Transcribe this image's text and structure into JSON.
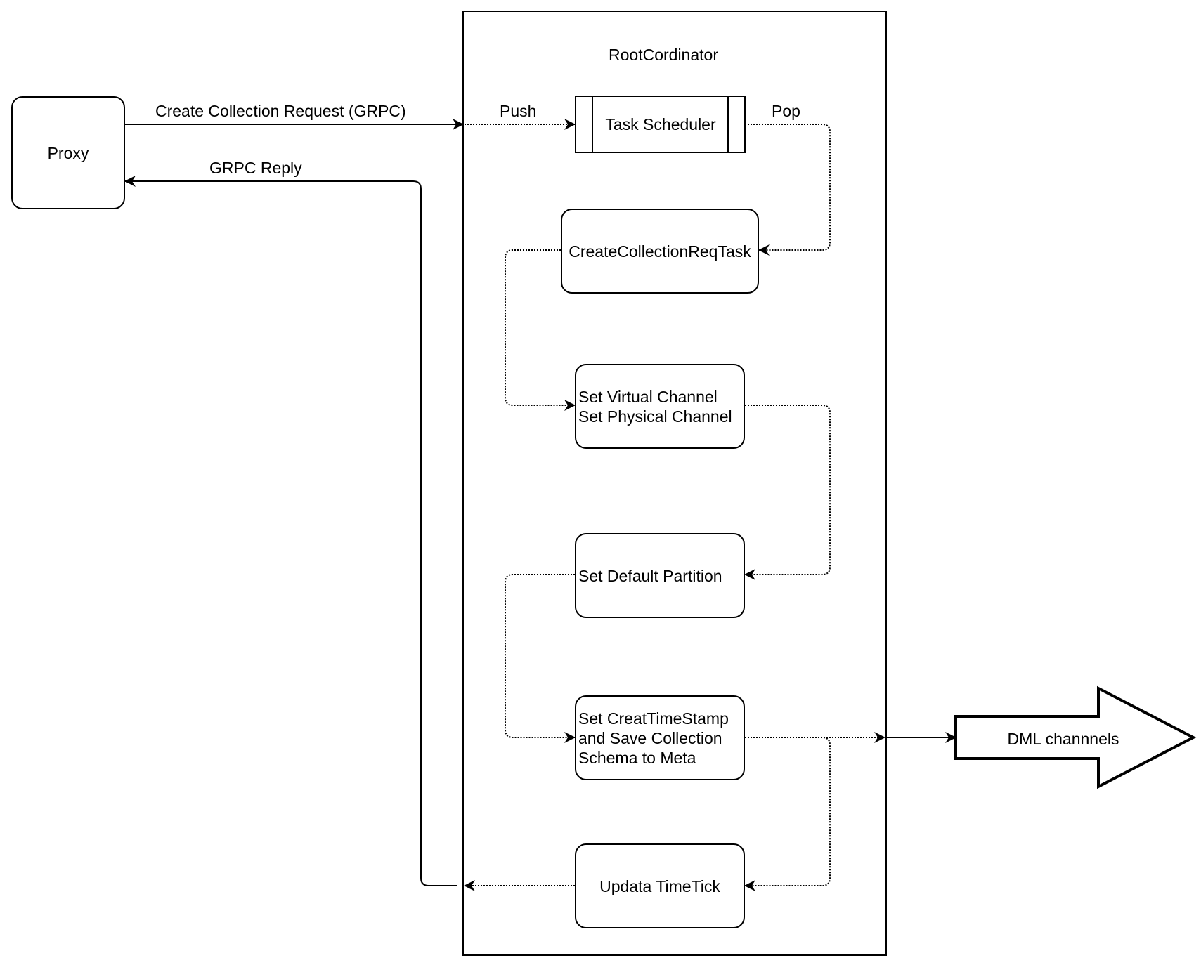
{
  "container": {
    "title": "RootCordinator"
  },
  "nodes": {
    "proxy": "Proxy",
    "scheduler": "Task Scheduler",
    "create_task": "CreateCollectionReqTask",
    "set_channel": [
      "Set Virtual Channel",
      "Set Physical Channel"
    ],
    "set_partition": "Set Default Partition",
    "set_timestamp": [
      "Set CreatTimeStamp",
      "and Save Collection",
      "Schema to Meta"
    ],
    "update_timetick": "Updata TimeTick",
    "dml": "DML channnels"
  },
  "edges": {
    "request": "Create Collection Request (GRPC)",
    "reply": "GRPC Reply",
    "push": "Push",
    "pop": "Pop"
  }
}
